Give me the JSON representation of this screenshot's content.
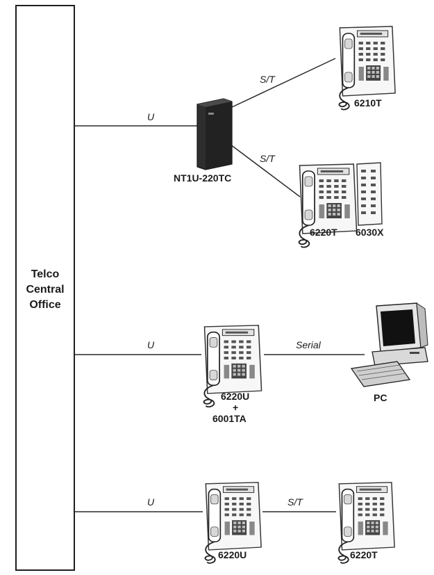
{
  "central_office": {
    "line1": "Telco",
    "line2": "Central",
    "line3": "Office"
  },
  "links": {
    "u1": "U",
    "st_upper": "S/T",
    "st_lower": "S/T",
    "u2": "U",
    "serial": "Serial",
    "u3": "U",
    "st_bottom": "S/T"
  },
  "devices": {
    "nt1": "NT1U-220TC",
    "phone_6210t": "6210T",
    "phone_6220t_a": "6220T",
    "module_6030x": "6030X",
    "phone_6220u_a": "6220U",
    "plus": "+",
    "adapter_6001ta": "6001TA",
    "pc": "PC",
    "phone_6220u_b": "6220U",
    "phone_6220t_b": "6220T"
  },
  "icons": [
    "desk-phone-icon",
    "nt1-box-icon",
    "pc-icon",
    "expansion-module-icon"
  ],
  "colors": {
    "line": "#2a2a2a",
    "device_outline": "#333333",
    "nt1_fill": "#2e2e2e",
    "monitor_screen": "#111111"
  }
}
